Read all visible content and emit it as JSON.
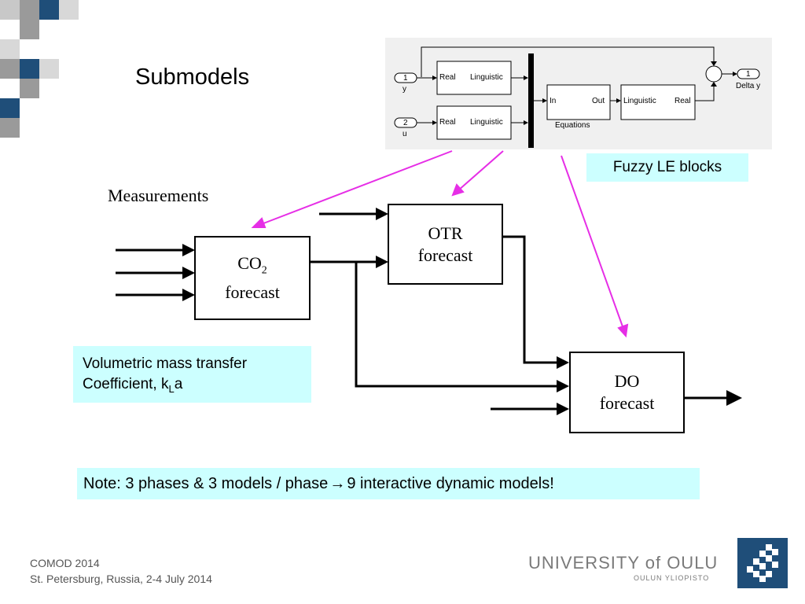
{
  "title": "Submodels",
  "measurements_label": "Measurements",
  "blocks": {
    "co2": {
      "line1_main": "CO",
      "line1_sub": "2",
      "line2": "forecast"
    },
    "otr": {
      "line1": "OTR",
      "line2": "forecast"
    },
    "do": {
      "line1": "DO",
      "line2": "forecast"
    }
  },
  "callouts": {
    "fuzzy": "Fuzzy LE blocks",
    "kla_line1": "Volumetric mass transfer",
    "kla_line2_prefix": "Coefficient, k",
    "kla_line2_sub": "L",
    "kla_line2_suffix": "a",
    "note_prefix": "Note: 3 phases & 3 models / phase ",
    "note_arrow": "→",
    "note_suffix": " 9 interactive dynamic models!"
  },
  "simulink": {
    "in1_num": "1",
    "in1_name": "y",
    "in2_num": "2",
    "in2_name": "u",
    "real": "Real",
    "linguistic": "Linguistic",
    "in": "In",
    "out": "Out",
    "equations": "Equations",
    "out_num": "1",
    "out_name": "Delta y"
  },
  "footer": {
    "line1": "COMOD 2014",
    "line2": "St. Petersburg, Russia, 2-4 July 2014"
  },
  "logo": {
    "name": "UNIVERSITY of OULU",
    "sub": "OULUN YLIOPISTO"
  },
  "colors": {
    "navy": "#1f4e79",
    "gray": "#9a9a9a",
    "light_gray": "#d8d8d8",
    "cyan_callout": "#ccffff",
    "magenta_arrow": "#e62ee6"
  }
}
